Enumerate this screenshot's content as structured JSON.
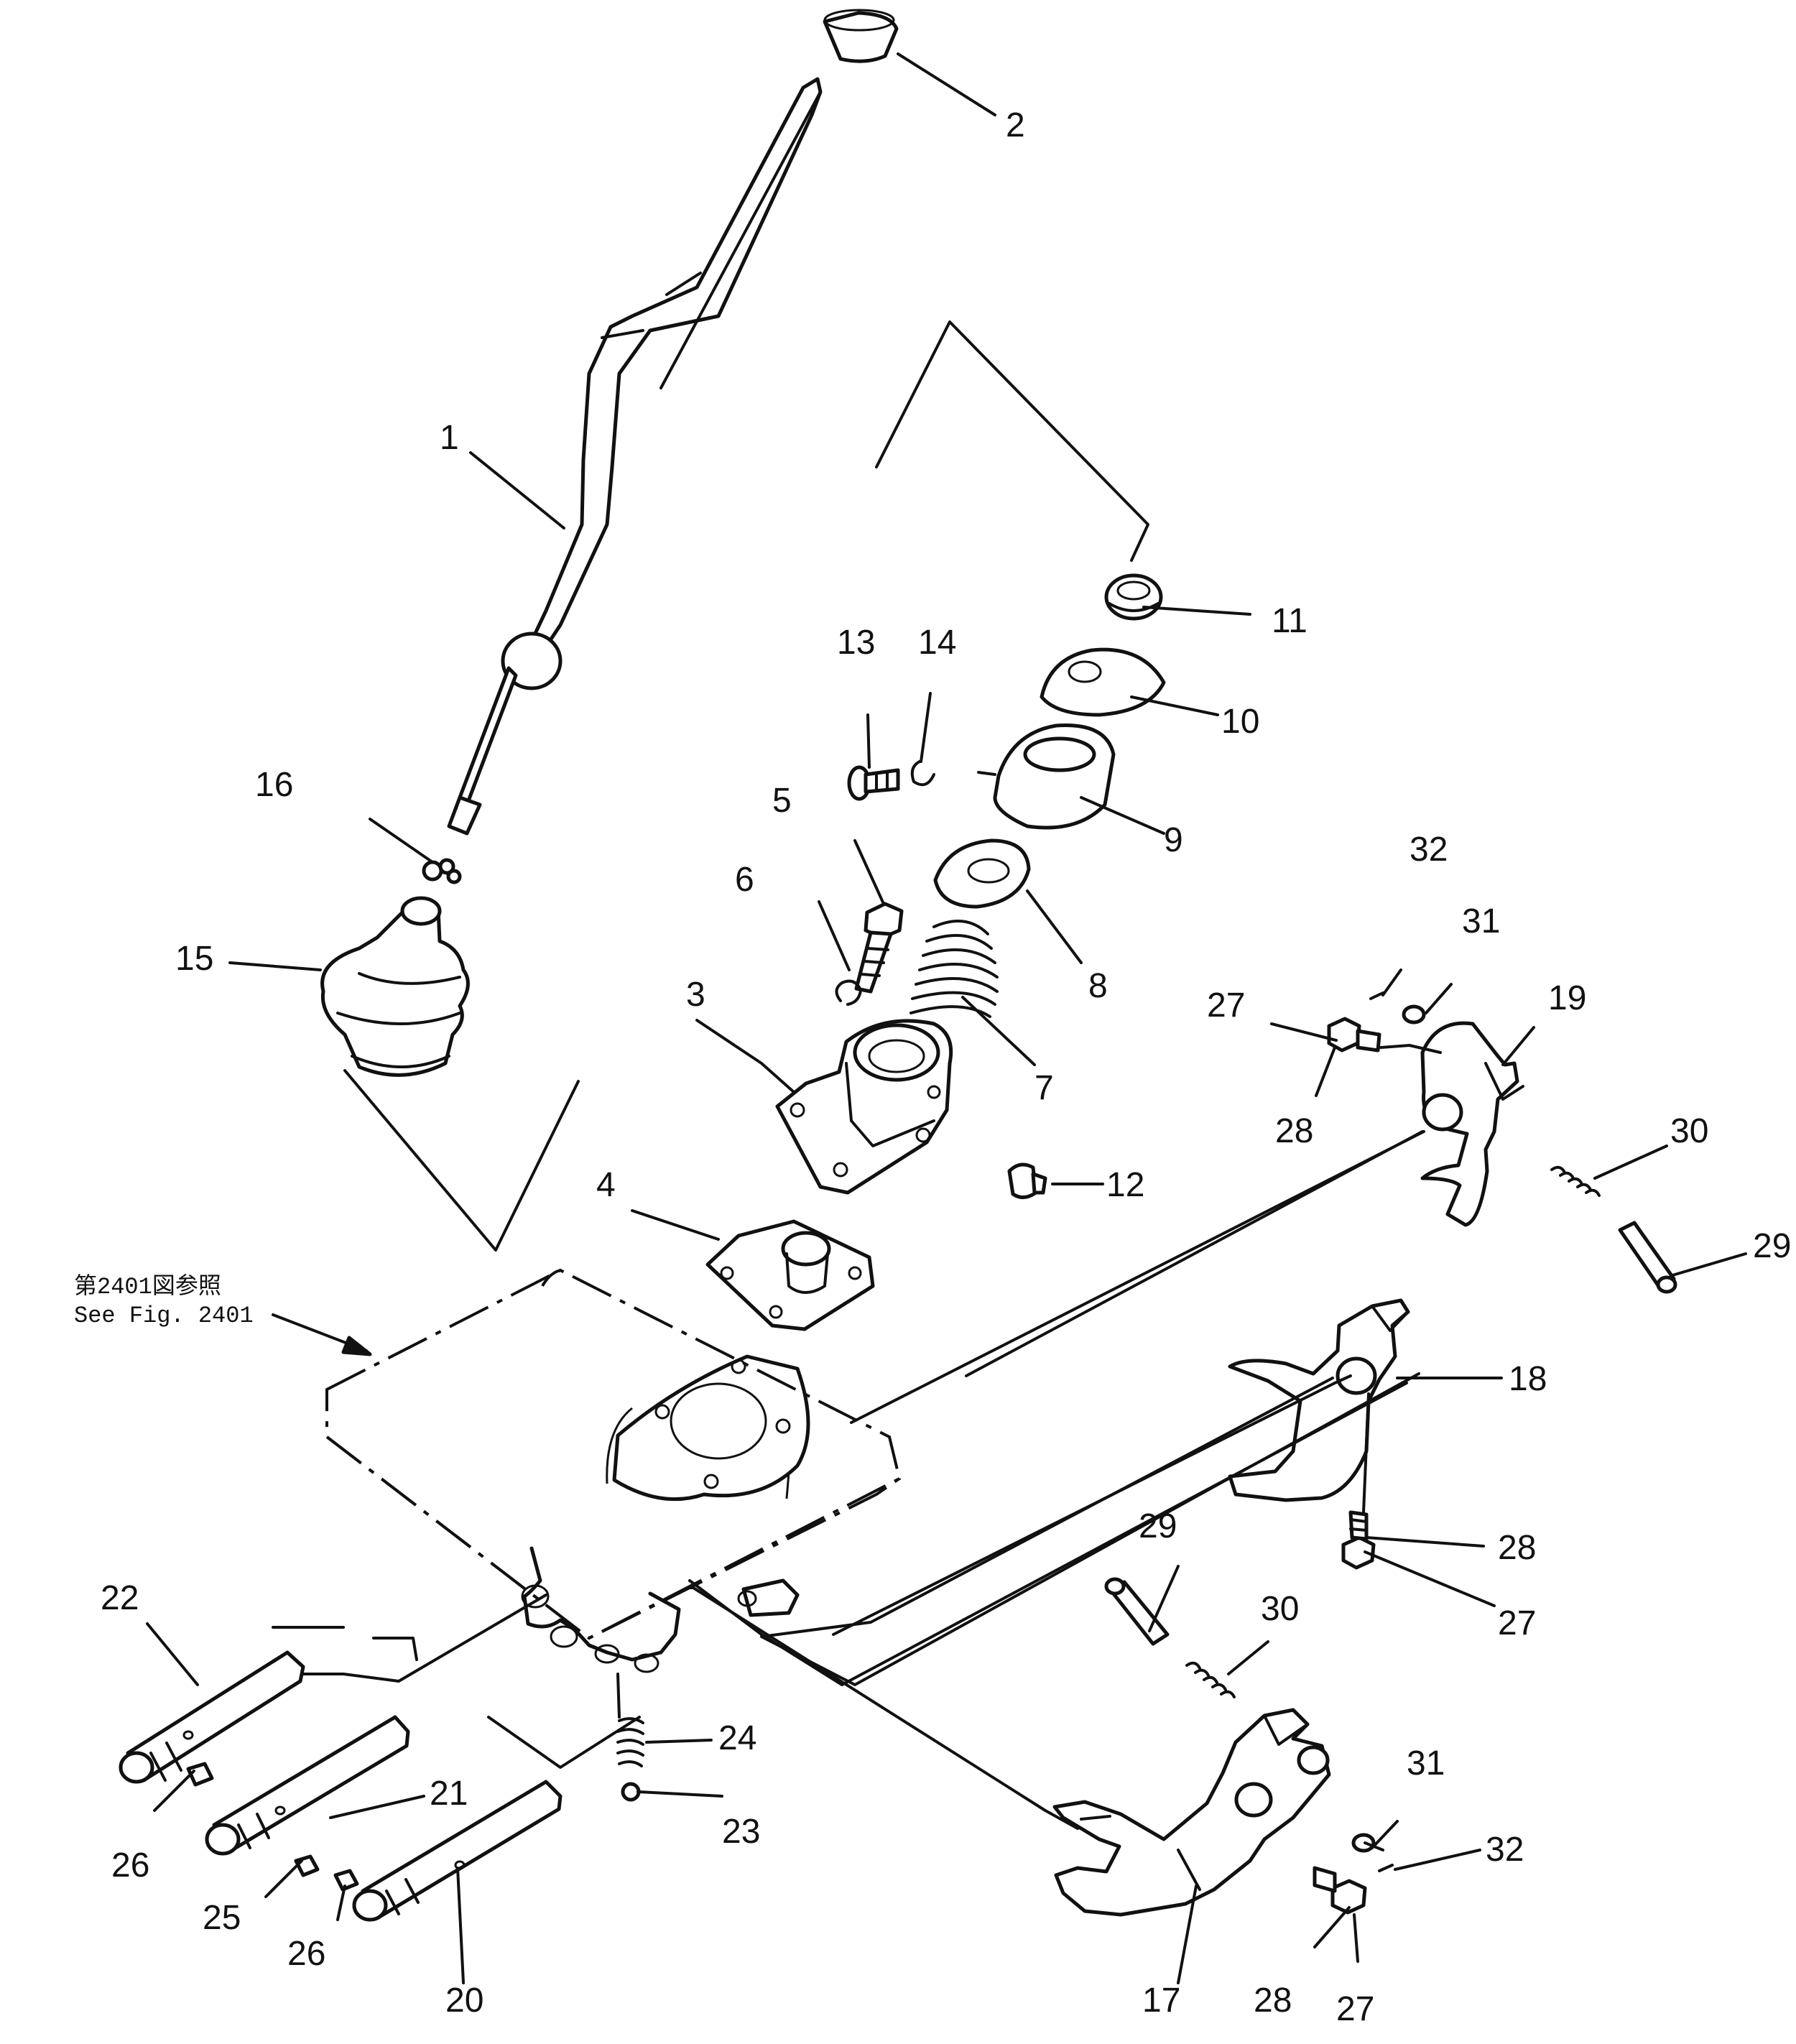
{
  "diagram": {
    "reference_note": {
      "line1": "第2401図参照",
      "line2": "See  Fig. 2401"
    },
    "callouts": [
      {
        "id": "c1",
        "text": "1"
      },
      {
        "id": "c2",
        "text": "2"
      },
      {
        "id": "c3",
        "text": "3"
      },
      {
        "id": "c4",
        "text": "4"
      },
      {
        "id": "c5",
        "text": "5"
      },
      {
        "id": "c6",
        "text": "6"
      },
      {
        "id": "c7",
        "text": "7"
      },
      {
        "id": "c8",
        "text": "8"
      },
      {
        "id": "c9",
        "text": "9"
      },
      {
        "id": "c10",
        "text": "10"
      },
      {
        "id": "c11",
        "text": "11"
      },
      {
        "id": "c12",
        "text": "12"
      },
      {
        "id": "c13",
        "text": "13"
      },
      {
        "id": "c14",
        "text": "14"
      },
      {
        "id": "c15",
        "text": "15"
      },
      {
        "id": "c16",
        "text": "16"
      },
      {
        "id": "c17",
        "text": "17"
      },
      {
        "id": "c18",
        "text": "18"
      },
      {
        "id": "c19",
        "text": "19"
      },
      {
        "id": "c20",
        "text": "20"
      },
      {
        "id": "c21",
        "text": "21"
      },
      {
        "id": "c22",
        "text": "22"
      },
      {
        "id": "c23",
        "text": "23"
      },
      {
        "id": "c24",
        "text": "24"
      },
      {
        "id": "c25",
        "text": "25"
      },
      {
        "id": "c26a",
        "text": "26"
      },
      {
        "id": "c26b",
        "text": "26"
      },
      {
        "id": "c27a",
        "text": "27"
      },
      {
        "id": "c27b",
        "text": "27"
      },
      {
        "id": "c27c",
        "text": "27"
      },
      {
        "id": "c28a",
        "text": "28"
      },
      {
        "id": "c28b",
        "text": "28"
      },
      {
        "id": "c28c",
        "text": "28"
      },
      {
        "id": "c29a",
        "text": "29"
      },
      {
        "id": "c29b",
        "text": "29"
      },
      {
        "id": "c30a",
        "text": "30"
      },
      {
        "id": "c30b",
        "text": "30"
      },
      {
        "id": "c31a",
        "text": "31"
      },
      {
        "id": "c31b",
        "text": "31"
      },
      {
        "id": "c32a",
        "text": "32"
      },
      {
        "id": "c32b",
        "text": "32"
      }
    ]
  }
}
